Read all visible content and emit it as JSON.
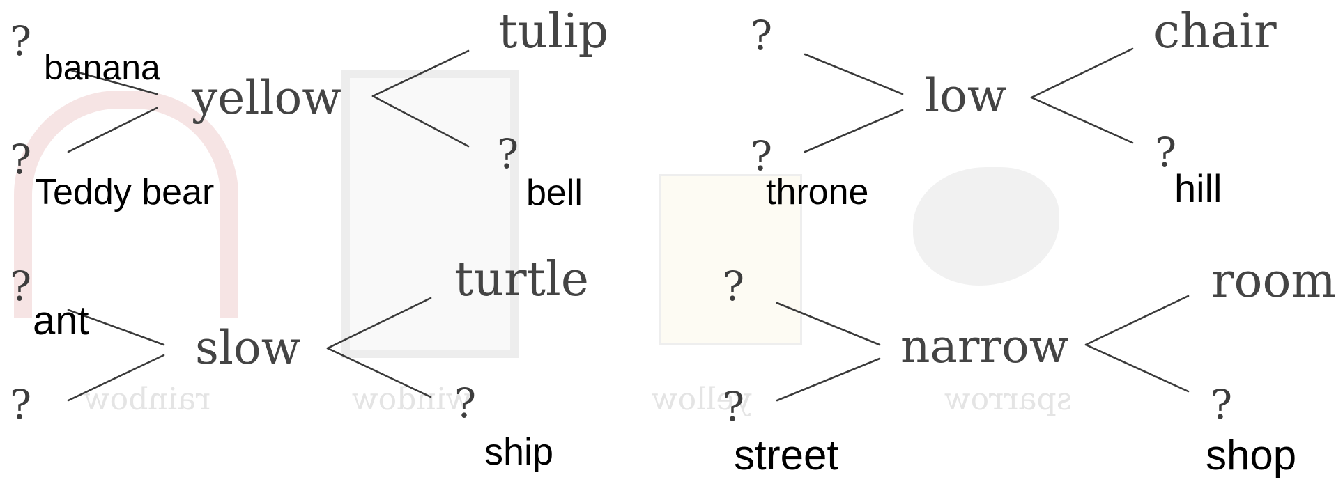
{
  "puzzles": [
    {
      "center": "yellow",
      "left_top": "?",
      "left_bottom": "?",
      "right_top": "tulip",
      "right_bottom": "?",
      "answers": [
        "banana",
        "Teddy bear",
        "bell"
      ]
    },
    {
      "center": "low",
      "left_top": "?",
      "left_bottom": "?",
      "right_top": "chair",
      "right_bottom": "?",
      "answers": [
        "throne",
        "hill"
      ]
    },
    {
      "center": "slow",
      "left_top": "?",
      "left_bottom": "?",
      "right_top": "turtle",
      "right_bottom": "?",
      "answers": [
        "ant",
        "ship"
      ]
    },
    {
      "center": "narrow",
      "left_top": "?",
      "left_bottom": "?",
      "right_top": "room",
      "right_bottom": "?",
      "answers": [
        "street",
        "shop"
      ]
    }
  ]
}
